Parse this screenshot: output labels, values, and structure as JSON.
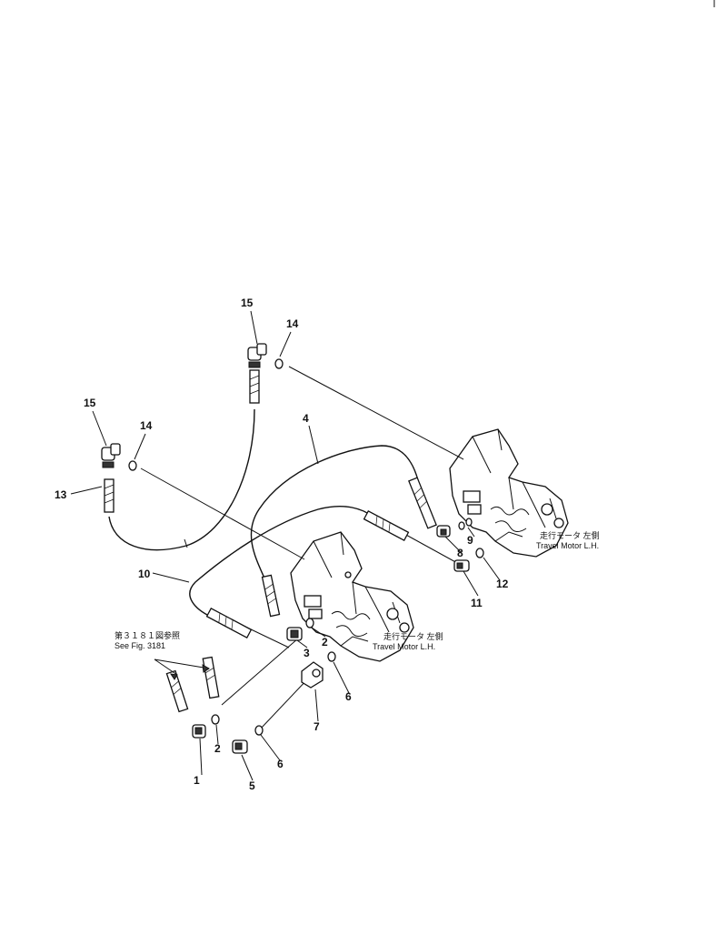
{
  "motor_labels": {
    "upper_jp": "走行モータ 左側",
    "upper_en": "Travel Motor L.H.",
    "lower_jp": "走行モータ 左側",
    "lower_en": "Travel Motor L.H."
  },
  "see_fig": {
    "jp": "第３１８１図参照",
    "en": "See Fig. 3181"
  },
  "callouts": {
    "c1": "1",
    "c2a": "2",
    "c2b": "2",
    "c3": "3",
    "c4": "4",
    "c5": "5",
    "c6a": "6",
    "c6b": "6",
    "c7": "7",
    "c8": "8",
    "c9": "9",
    "c10": "10",
    "c11": "11",
    "c12": "12",
    "c13": "13",
    "c14a": "14",
    "c14b": "14",
    "c15a": "15",
    "c15b": "15"
  }
}
